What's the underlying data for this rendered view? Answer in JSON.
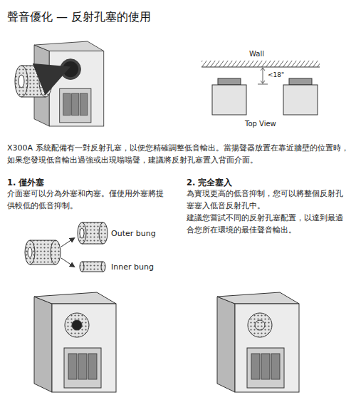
{
  "diagram": {
    "title": "聲音優化 — 反射孔塞的使用",
    "labels": [
      "Wall",
      "<18\"",
      "Top View",
      "X300A 系統配備有一對反射孔塞，以便您精確調整低音輸出。當揚聲器放置在靠近牆壁的位置時，如果您發現低音輸出過強或出現嗡嗡聲，建議將反射孔塞置入背面介面。",
      "1. 僅外塞",
      "介面塞可以分為外塞和內塞。僅使用外塞將提供較低的低音抑制。",
      "2. 完全塞入",
      "為實現更高的低音抑制，您可以將整個反射孔塞塞入低音反射孔中。",
      "建議您嘗試不同的反射孔塞配置，以達到最適合您所在環境的最佳聲音輸出。",
      "Outer bung",
      "Inner bung"
    ]
  }
}
